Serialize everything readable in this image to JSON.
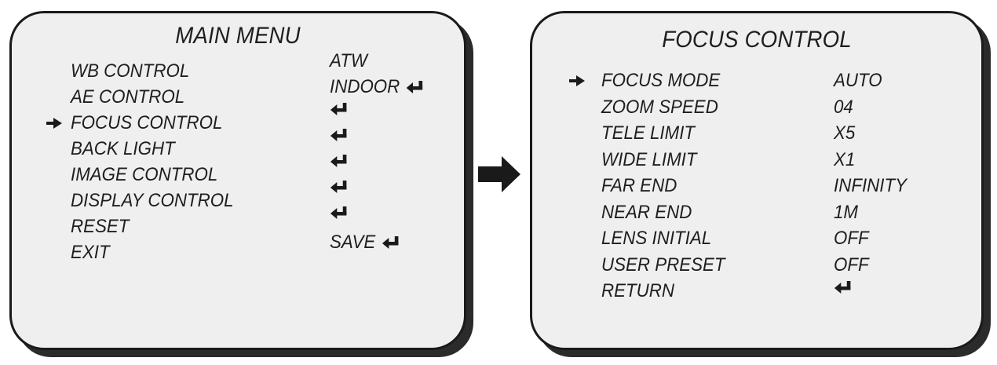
{
  "main_menu": {
    "title": "MAIN MENU",
    "items": [
      {
        "label": "WB CONTROL",
        "value": "ATW",
        "enter": false,
        "selected": false
      },
      {
        "label": "AE CONTROL",
        "value": "INDOOR",
        "enter": true,
        "selected": false
      },
      {
        "label": "FOCUS CONTROL",
        "value": "",
        "enter": true,
        "selected": true
      },
      {
        "label": "BACK LIGHT",
        "value": "",
        "enter": true,
        "selected": false
      },
      {
        "label": "IMAGE CONTROL",
        "value": "",
        "enter": true,
        "selected": false
      },
      {
        "label": "DISPLAY CONTROL",
        "value": "",
        "enter": true,
        "selected": false
      },
      {
        "label": "RESET",
        "value": "",
        "enter": true,
        "selected": false
      },
      {
        "label": "EXIT",
        "value": "SAVE",
        "enter": true,
        "selected": false
      }
    ]
  },
  "focus_control": {
    "title": "FOCUS CONTROL",
    "items": [
      {
        "label": "FOCUS MODE",
        "value": "AUTO",
        "enter": false,
        "selected": true
      },
      {
        "label": "ZOOM SPEED",
        "value": "04",
        "enter": false,
        "selected": false
      },
      {
        "label": "TELE LIMIT",
        "value": "X5",
        "enter": false,
        "selected": false
      },
      {
        "label": "WIDE LIMIT",
        "value": "X1",
        "enter": false,
        "selected": false
      },
      {
        "label": "FAR END",
        "value": "INFINITY",
        "enter": false,
        "selected": false
      },
      {
        "label": "NEAR END",
        "value": "1M",
        "enter": false,
        "selected": false
      },
      {
        "label": "LENS INITIAL",
        "value": "OFF",
        "enter": false,
        "selected": false
      },
      {
        "label": "USER  PRESET",
        "value": "OFF",
        "enter": false,
        "selected": false
      },
      {
        "label": "RETURN",
        "value": "",
        "enter": true,
        "selected": false
      }
    ]
  },
  "icons": {
    "cursor": "right-arrow-cursor-icon",
    "enter": "enter-return-icon",
    "flow": "right-arrow-icon"
  },
  "colors": {
    "panel_fill": "#efefef",
    "panel_border": "#1a1a1a",
    "text": "#1e1e1e"
  }
}
